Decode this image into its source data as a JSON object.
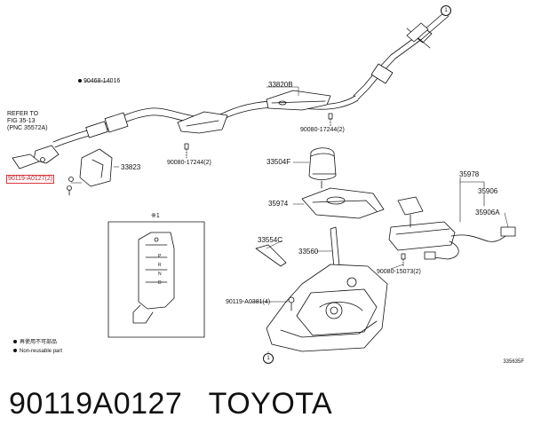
{
  "labels": {
    "p90468": "90468-14016",
    "refer_l1": "REFER TO",
    "refer_l2": "FIG 35-13",
    "refer_l3": "(PNC 35572A)",
    "p90119_0127": "90119-A0127(2)",
    "p33823": "33823",
    "p33820b": "33820B",
    "p90080_17244_a": "90080-17244(2)",
    "p90080_17244_b": "90080-17244(2)",
    "p33504f": "33504F",
    "p35974": "35974",
    "p33554c": "33554C",
    "p33560": "33560",
    "p35978": "35978",
    "p35906": "35906",
    "p35906a": "35906A",
    "p90080_15073": "90080-15073(2)",
    "p90119_0381": "90119-A0381(4)",
    "inset_mark": "※1",
    "circle_one": "1"
  },
  "legend": {
    "line1": "再使用不可部品",
    "line2": "Non-reusable part"
  },
  "illustration_code": "335635F",
  "caption": {
    "part_number": "90119A0127",
    "brand": "TOYOTA"
  },
  "colors": {
    "highlight": "#d9363e",
    "ink": "#111111"
  }
}
